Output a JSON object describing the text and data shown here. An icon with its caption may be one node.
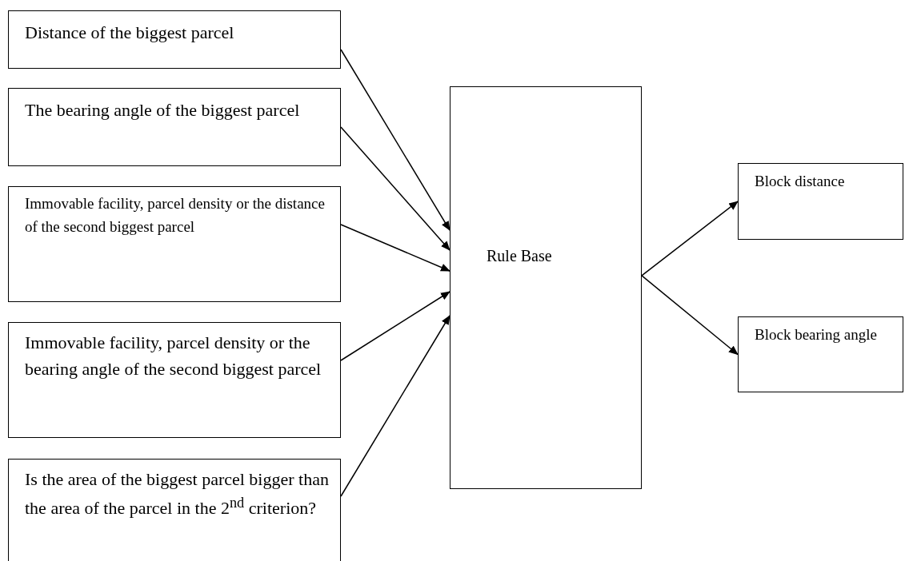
{
  "diagram": {
    "nodes": [
      {
        "text": [
          "Distance of the biggest parcel"
        ]
      },
      {
        "text": [
          "The bearing angle of the biggest parcel"
        ]
      },
      {
        "text": [
          "Immovable facility, parcel density or the distance of the second biggest parcel"
        ]
      },
      {
        "text": [
          "Immovable facility, parcel density or the bearing angle of the second biggest parcel"
        ]
      },
      {
        "text": [
          "Is the area of the biggest parcel bigger than the area of the parcel in the 2$^{nd}$ criterion?"
        ]
      },
      {
        "text": [
          "Rule Base"
        ]
      },
      {
        "text": [
          "Block distance"
        ]
      },
      {
        "text": [
          "Block bearing angle"
        ]
      }
    ],
    "edges": [
      {
        "from": 0,
        "to": 5,
        "arrow": "to"
      },
      {
        "from": 1,
        "to": 5,
        "arrow": "to"
      },
      {
        "from": 2,
        "to": 5,
        "arrow": "to"
      },
      {
        "from": 3,
        "to": 5,
        "arrow": "to"
      },
      {
        "from": 4,
        "to": 5,
        "arrow": "to"
      },
      {
        "from": 5,
        "to": 6,
        "arrow": "to"
      },
      {
        "from": 5,
        "to": 7,
        "arrow": "to"
      }
    ]
  }
}
